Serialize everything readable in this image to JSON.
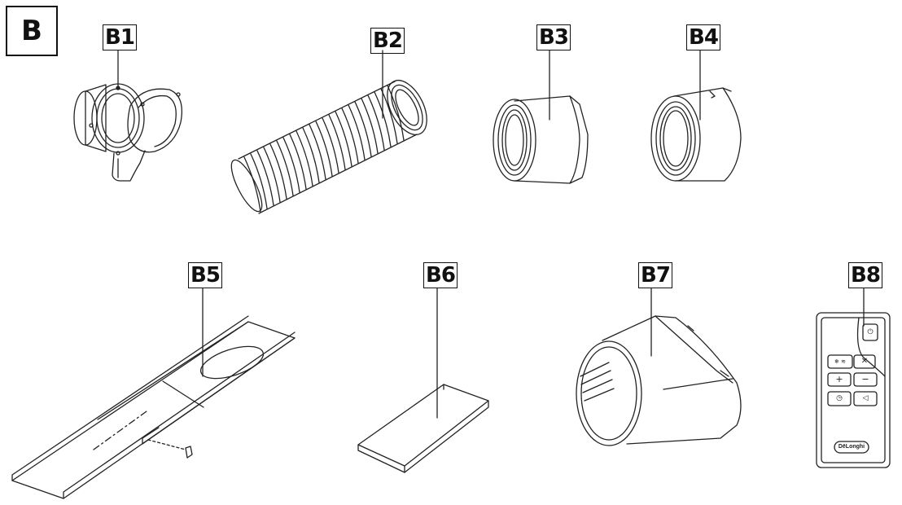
{
  "section": "B",
  "parts": [
    {
      "id": "b1",
      "label": "B1"
    },
    {
      "id": "b2",
      "label": "B2"
    },
    {
      "id": "b3",
      "label": "B3"
    },
    {
      "id": "b4",
      "label": "B4"
    },
    {
      "id": "b5",
      "label": "B5"
    },
    {
      "id": "b6",
      "label": "B6"
    },
    {
      "id": "b7",
      "label": "B7"
    },
    {
      "id": "b8",
      "label": "B8"
    }
  ],
  "remote": {
    "brand": "DēLonghi",
    "buttons": [
      "⏻",
      "✕",
      "+",
      "−",
      "◷",
      "◁"
    ]
  }
}
